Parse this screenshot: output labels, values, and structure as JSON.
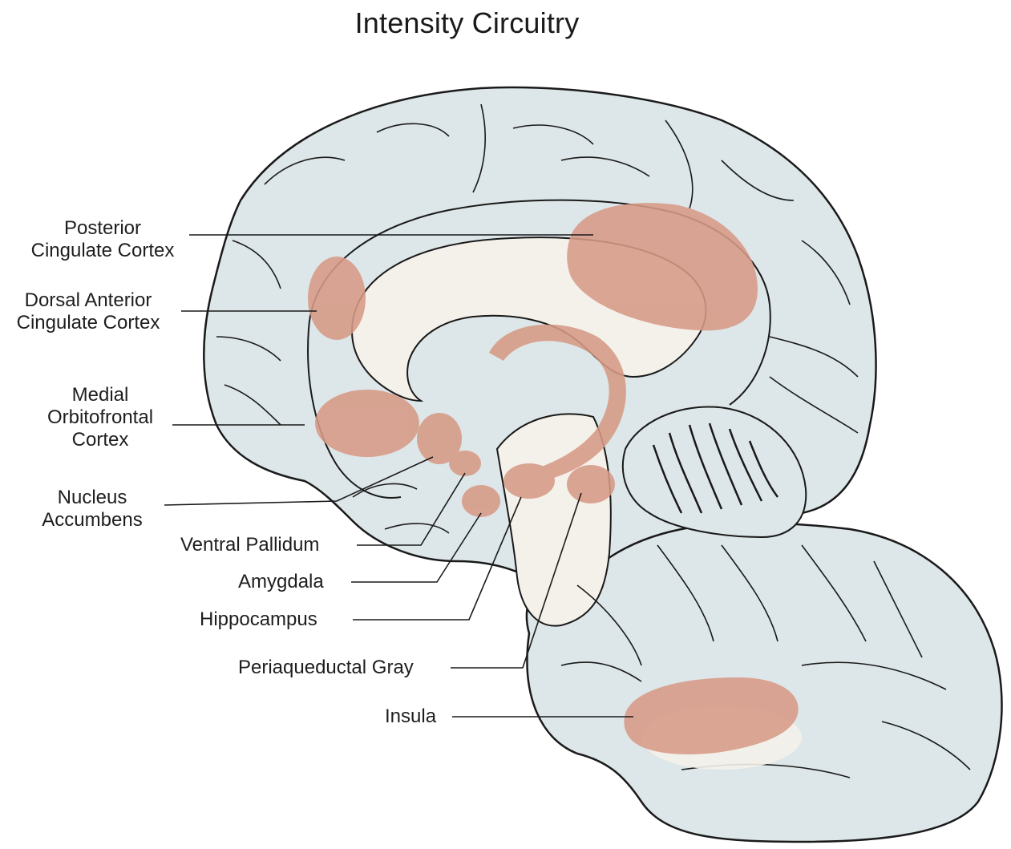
{
  "title": "Intensity Circuitry",
  "colors": {
    "brain_fill": "#dde6e8",
    "outline": "#1a1a1a",
    "highlight": "#d79a86",
    "white_matter": "#f4f1ea"
  },
  "labels": {
    "posterior_cingulate": [
      "Posterior",
      "Cingulate Cortex"
    ],
    "dorsal_anterior_cingulate": [
      "Dorsal Anterior",
      "Cingulate Cortex"
    ],
    "medial_orbitofrontal": [
      "Medial",
      "Orbitofrontal",
      "Cortex"
    ],
    "nucleus_accumbens": [
      "Nucleus",
      "Accumbens"
    ],
    "ventral_pallidum": "Ventral Pallidum",
    "amygdala": "Amygdala",
    "hippocampus": "Hippocampus",
    "periaqueductal_gray": "Periaqueductal Gray",
    "insula": "Insula"
  }
}
